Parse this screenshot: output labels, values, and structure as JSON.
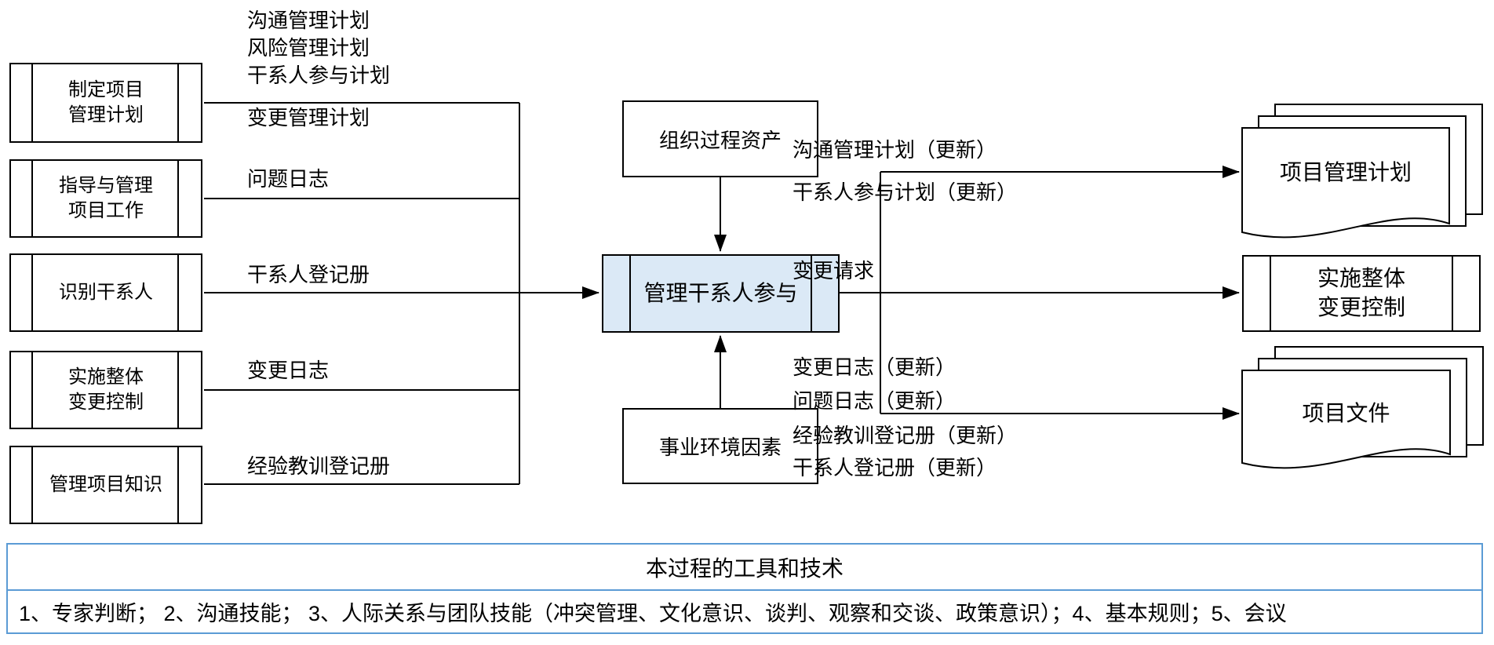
{
  "diagram": {
    "title_hint": "管理干系人参与数据流向图",
    "left_processes": [
      {
        "label": "制定项目\n管理计划",
        "outputs": [
          "沟通管理计划",
          "风险管理计划",
          "干系人参与计划",
          "变更管理计划"
        ]
      },
      {
        "label": "指导与管理\n项目工作",
        "outputs": [
          "问题日志"
        ]
      },
      {
        "label": "识别干系人",
        "outputs": [
          "干系人登记册"
        ]
      },
      {
        "label": "实施整体\n变更控制",
        "outputs": [
          "变更日志"
        ]
      },
      {
        "label": "管理项目知识",
        "outputs": [
          "经验教训登记册"
        ]
      }
    ],
    "input_top": "组织过程资产",
    "input_bottom": "事业环境因素",
    "center_process": "管理干系人参与",
    "output_branches": [
      {
        "labels": [
          "沟通管理计划（更新）",
          "干系人参与计划（更新）"
        ],
        "target": "项目管理计划",
        "target_type": "document-stack"
      },
      {
        "labels": [
          "变更请求"
        ],
        "target": "实施整体\n变更控制",
        "target_type": "process"
      },
      {
        "labels": [
          "变更日志（更新）",
          "问题日志（更新）",
          "经验教训登记册（更新）",
          "干系人登记册（更新）"
        ],
        "target": "项目文件",
        "target_type": "document-stack"
      }
    ],
    "tools_table": {
      "header": "本过程的工具和技术",
      "content": "1、专家判断；  2、沟通技能；  3、人际关系与团队技能（冲突管理、文化意识、谈判、观察和交谈、政策意识）；4、基本规则；5、会议"
    },
    "colors": {
      "line": "#000000",
      "center_fill": "#dbe9f6",
      "table_border": "#5b9bd5"
    }
  }
}
